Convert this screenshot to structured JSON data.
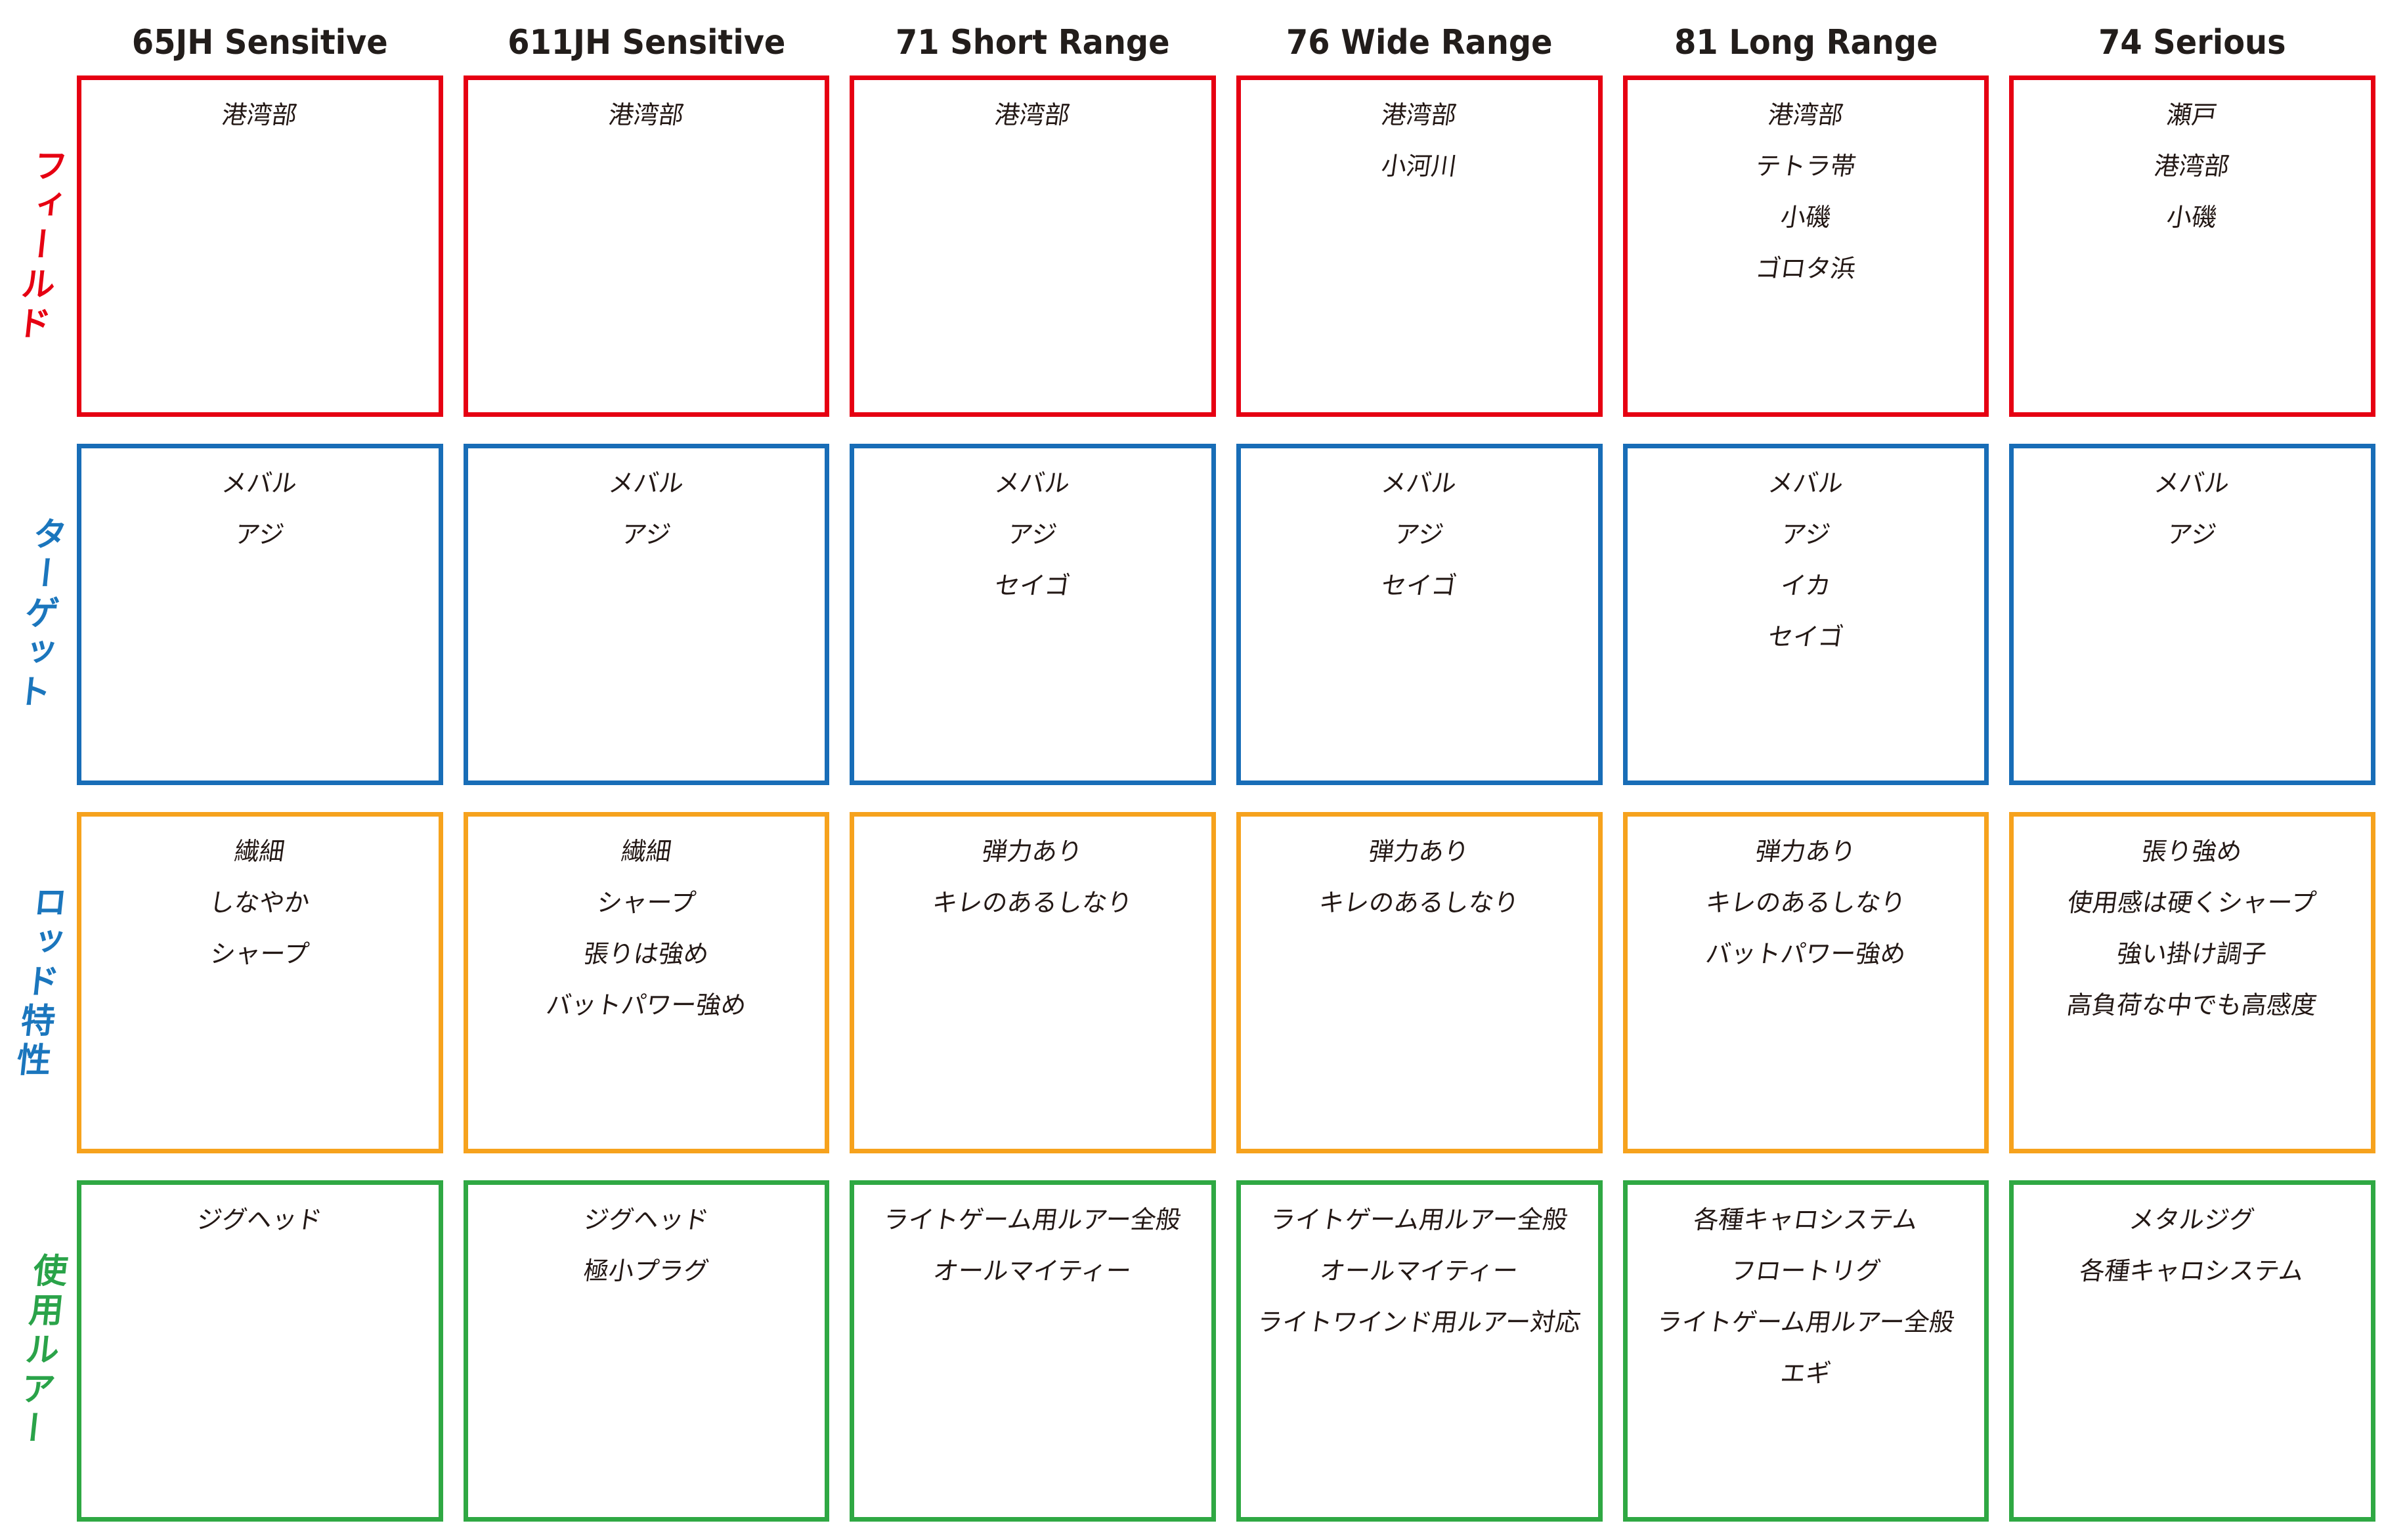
{
  "colors": {
    "field_red": "#e60012",
    "target_blue_border": "#186db7",
    "rod_orange_border": "#f6a21d",
    "lure_green_border": "#2fa843",
    "label_blue": "#1b76bd",
    "label_green": "#2aa349",
    "cell_text": "#231815",
    "header_text": "#221d1b"
  },
  "chart_data": {
    "type": "table",
    "column_headers": [
      "65JH Sensitive",
      "611JH Sensitive",
      "71 Short Range",
      "76 Wide Range",
      "81 Long Range",
      "74 Serious"
    ],
    "row_headers": [
      "フィールド",
      "ターゲット",
      "ロッド特性",
      "使用ルアー"
    ],
    "rows": [
      {
        "key": "field",
        "label": "フィールド",
        "label_color": "#e60012",
        "border_color": "#e60012",
        "cells": [
          [
            "港湾部"
          ],
          [
            "港湾部"
          ],
          [
            "港湾部"
          ],
          [
            "港湾部",
            "小河川"
          ],
          [
            "港湾部",
            "テトラ帯",
            "小磯",
            "ゴロタ浜"
          ],
          [
            "瀬戸",
            "港湾部",
            "小磯"
          ]
        ]
      },
      {
        "key": "target",
        "label": "ターゲット",
        "label_color": "#1b76bd",
        "border_color": "#186db7",
        "cells": [
          [
            "メバル",
            "アジ"
          ],
          [
            "メバル",
            "アジ"
          ],
          [
            "メバル",
            "アジ",
            "セイゴ"
          ],
          [
            "メバル",
            "アジ",
            "セイゴ"
          ],
          [
            "メバル",
            "アジ",
            "イカ",
            "セイゴ"
          ],
          [
            "メバル",
            "アジ"
          ]
        ]
      },
      {
        "key": "rod",
        "label": "ロッド特性",
        "label_color": "#1b76bd",
        "border_color": "#f6a21d",
        "cells": [
          [
            "繊細",
            "しなやか",
            "シャープ"
          ],
          [
            "繊細",
            "シャープ",
            "張りは強め",
            "バットパワー強め"
          ],
          [
            "弾力あり",
            "キレのあるしなり"
          ],
          [
            "弾力あり",
            "キレのあるしなり"
          ],
          [
            "弾力あり",
            "キレのあるしなり",
            "バットパワー強め"
          ],
          [
            "張り強め",
            "使用感は硬くシャープ",
            "強い掛け調子",
            "高負荷な中でも高感度"
          ]
        ]
      },
      {
        "key": "lure",
        "label": "使用ルアー",
        "label_color": "#2aa349",
        "border_color": "#2fa843",
        "cells": [
          [
            "ジグヘッド"
          ],
          [
            "ジグヘッド",
            "極小プラグ"
          ],
          [
            "ライトゲーム用ルアー全般",
            "オールマイティー"
          ],
          [
            "ライトゲーム用ルアー全般",
            "オールマイティー",
            "ライトワインド用ルアー対応"
          ],
          [
            "各種キャロシステム",
            "フロートリグ",
            "ライトゲーム用ルアー全般",
            "エギ"
          ],
          [
            "メタルジグ",
            "各種キャロシステム"
          ]
        ]
      }
    ]
  }
}
